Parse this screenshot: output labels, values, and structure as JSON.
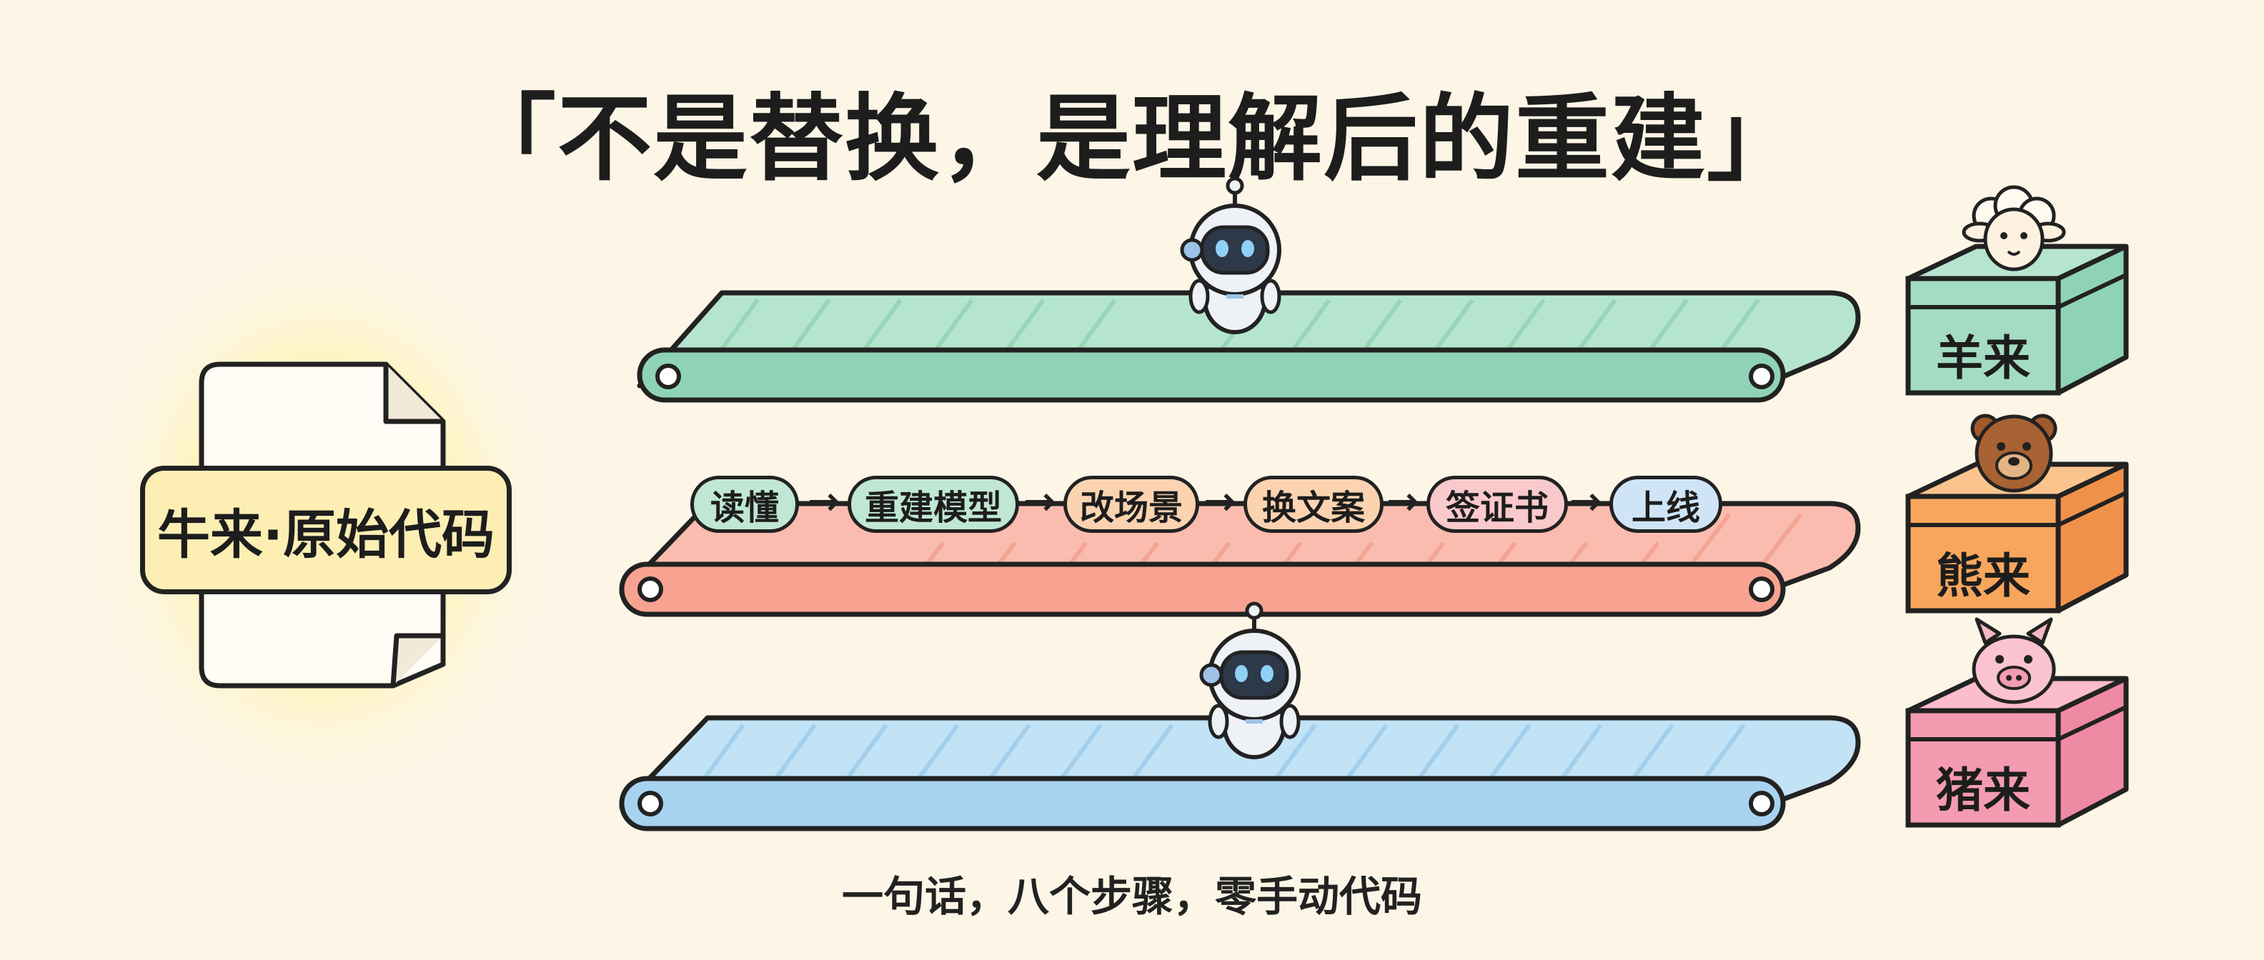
{
  "title": "「不是替换，是理解后的重建」",
  "source": {
    "label": "牛来·原始代码"
  },
  "pipeline": {
    "steps": [
      {
        "label": "读懂",
        "color": "#bfe7d3"
      },
      {
        "label": "重建模型",
        "color": "#bfe7d3"
      },
      {
        "label": "改场景",
        "color": "#fbd3b0"
      },
      {
        "label": "换文案",
        "color": "#fbd3b0"
      },
      {
        "label": "签证书",
        "color": "#f9c9cc"
      },
      {
        "label": "上线",
        "color": "#cfe5f7"
      }
    ],
    "arrow": "→"
  },
  "outputs": [
    {
      "label": "羊来",
      "animal": "sheep-icon",
      "color": "#8fd3b6"
    },
    {
      "label": "熊来",
      "animal": "bear-icon",
      "color": "#f8a65c"
    },
    {
      "label": "猪来",
      "animal": "pig-icon",
      "color": "#f59bb1"
    }
  ],
  "belt_colors": {
    "top": "#9fdcc0",
    "middle": "#f8a392",
    "bottom": "#a7d3f0"
  },
  "footer": "一句话，八个步骤，零手动代码"
}
